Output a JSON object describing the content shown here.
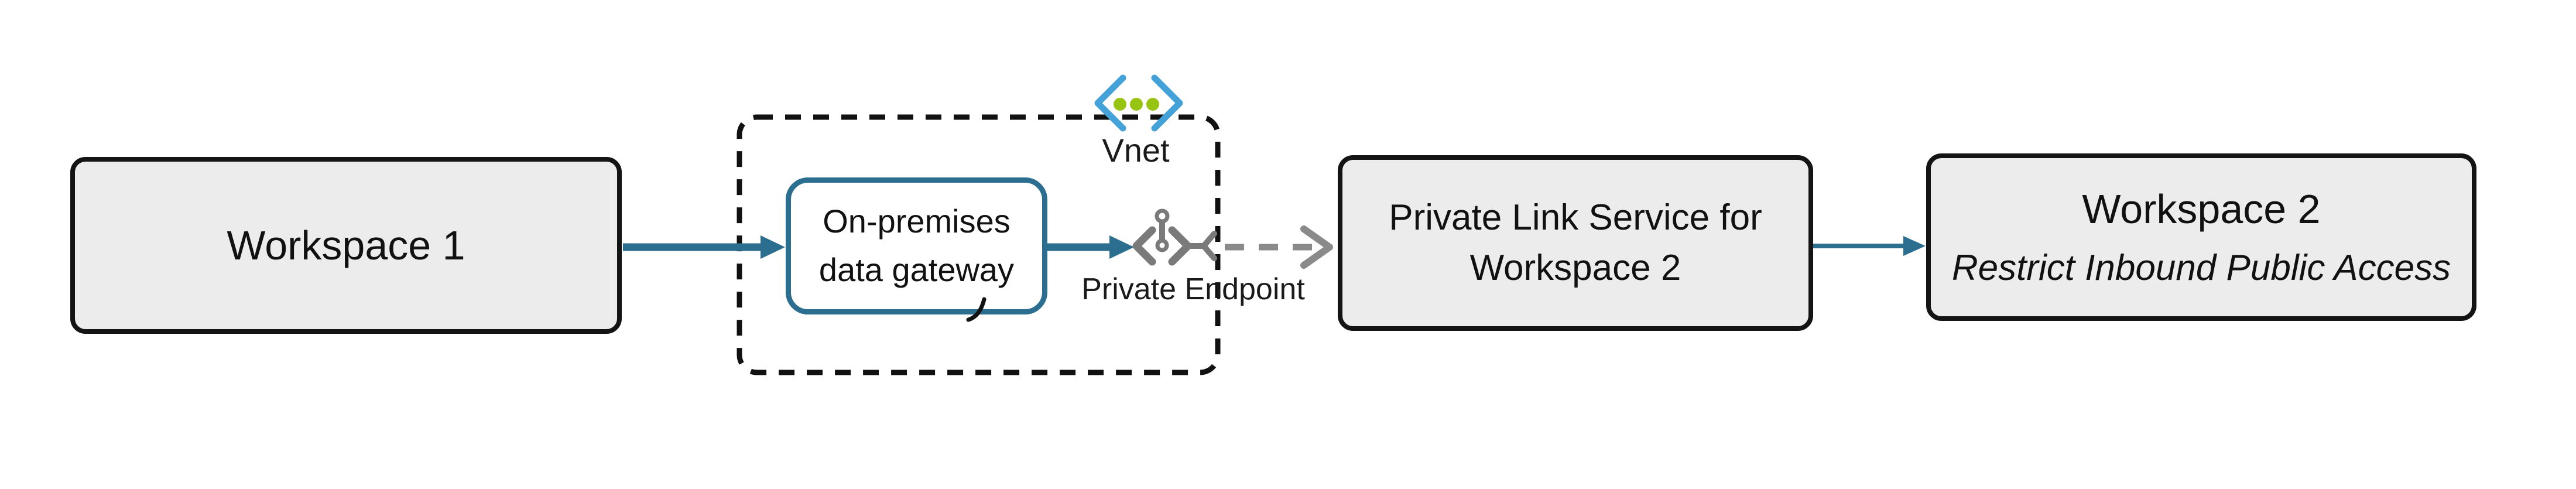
{
  "nodes": {
    "workspace1": {
      "label": "Workspace 1"
    },
    "gateway": {
      "line1": "On-premises",
      "line2": "data gateway"
    },
    "vnet": {
      "label": "Vnet"
    },
    "private_endpoint": {
      "label": "Private Endpoint"
    },
    "private_link_service": {
      "line1": "Private Link Service for",
      "line2": "Workspace 2"
    },
    "workspace2": {
      "line1": "Workspace 2",
      "line2": "Restrict Inbound Public Access"
    }
  },
  "icons": {
    "vnet": "vnet-icon",
    "private_endpoint": "private-endpoint-icon"
  },
  "connections": [
    {
      "from": "Workspace 1",
      "to": "On-premises data gateway",
      "style": "solid-teal-arrow"
    },
    {
      "from": "On-premises data gateway",
      "to": "Private Endpoint",
      "style": "solid-teal-arrow"
    },
    {
      "from": "Private Endpoint",
      "to": "Private Link Service for Workspace 2",
      "style": "dashed-gray-open-arrow"
    },
    {
      "from": "Private Link Service for Workspace 2",
      "to": "Workspace 2",
      "style": "solid-teal-arrow"
    }
  ],
  "colors": {
    "node_fill": "#ececec",
    "node_border": "#141414",
    "teal_accent": "#2b6e8f",
    "vnet_boundary_dash": "#111111",
    "vnet_blue": "#45a2d9",
    "vnet_green": "#97c412",
    "endpoint_gray": "#7a7a7a",
    "dashed_connector_gray": "#8a8a8a"
  }
}
